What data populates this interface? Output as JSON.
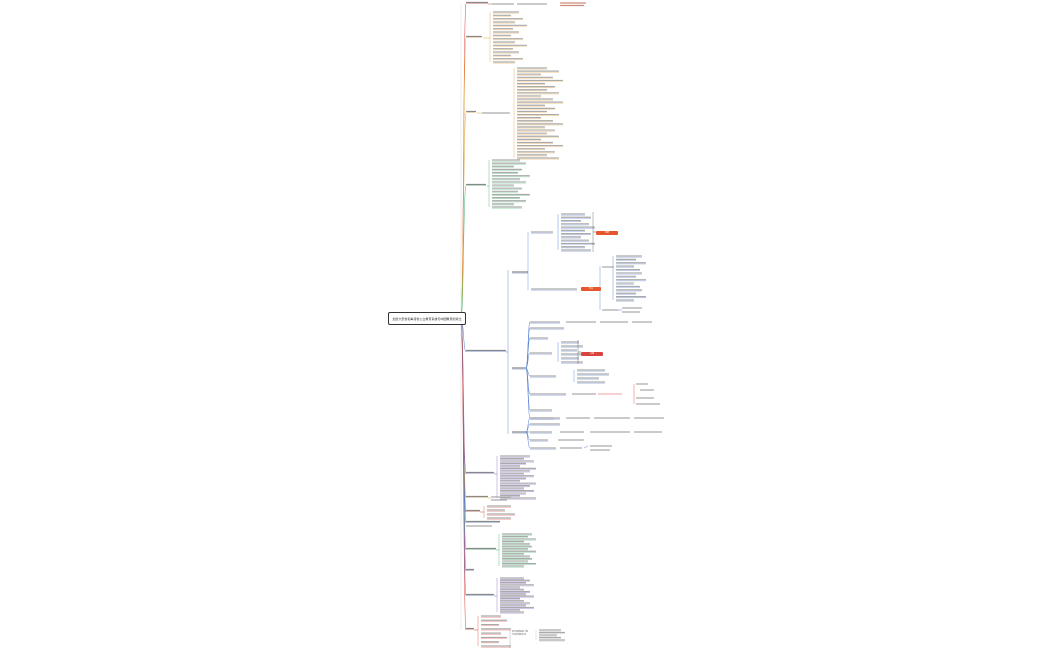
{
  "root": {
    "title": "加拿大安省和卑诗省公立教育系统与中国教育的对比"
  },
  "colors": {
    "orange": "#e8a33a",
    "green": "#3fb56b",
    "blue": "#4d7bd4",
    "purple": "#8a62c9",
    "red": "#d9453d",
    "tag_orange": "#e4572e",
    "tag_red": "#d9453d"
  },
  "tags": [
    "重要",
    "重点",
    "关键"
  ],
  "footer": {
    "lines": [
      "家长需要提前了解",
      "学校的课程安排"
    ]
  }
}
